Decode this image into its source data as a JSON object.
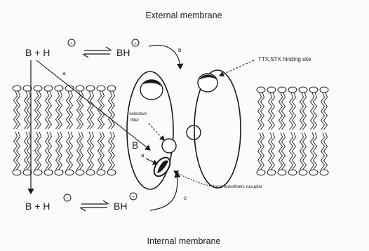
{
  "labels": {
    "external": "External membrane",
    "internal": "Internal membrane",
    "ttx_site": "TTX,STX hinding site",
    "local_receptor": "local anesthetic rucuplor",
    "selective": "selective",
    "filter": "filter"
  },
  "top_equation": {
    "left": "B + H",
    "right": "BH",
    "charge": "+"
  },
  "bottom_equation": {
    "left": "B + H",
    "right": "BH",
    "charge_left": "−",
    "charge_right": "+"
  },
  "pathway_labels": {
    "a_outer": "a",
    "b": "b",
    "c": "c",
    "a_inner": "a",
    "B_inner": "B"
  },
  "colors": {
    "ink": "#1a1a1a",
    "background": "#fbfbfa"
  }
}
